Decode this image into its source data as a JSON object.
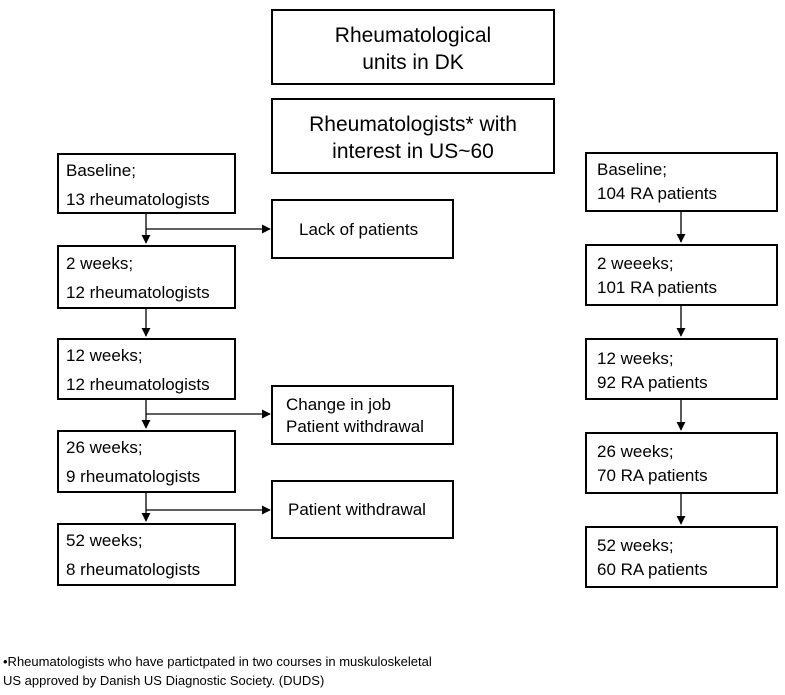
{
  "header": {
    "units": [
      "Rheumatological",
      "units in DK"
    ],
    "interest": [
      "Rheumatologists* with",
      "interest in US~60"
    ]
  },
  "rheumatologists_flow": [
    [
      "Baseline;",
      "13 rheumatologists"
    ],
    [
      "2 weeks;",
      "12 rheumatologists"
    ],
    [
      "12 weeks;",
      "12 rheumatologists"
    ],
    [
      "26 weeks;",
      "9 rheumatologists"
    ],
    [
      "52 weeks;",
      "8 rheumatologists"
    ]
  ],
  "exclusions": [
    [
      "Lack of patients"
    ],
    [
      "Change in job",
      "Patient withdrawal"
    ],
    [
      "Patient withdrawal"
    ]
  ],
  "patients_flow": [
    [
      "Baseline;",
      "104 RA patients"
    ],
    [
      "2 weeeks;",
      "101 RA patients"
    ],
    [
      "12 weeks;",
      "92 RA patients"
    ],
    [
      "26 weeks;",
      "70 RA patients"
    ],
    [
      "52 weeks;",
      "60 RA patients"
    ]
  ],
  "footnote": [
    "•Rheumatologists who have partictpated in two courses in muskuloskeletal",
    "US approved by Danish US Diagnostic Society. (DUDS)"
  ]
}
